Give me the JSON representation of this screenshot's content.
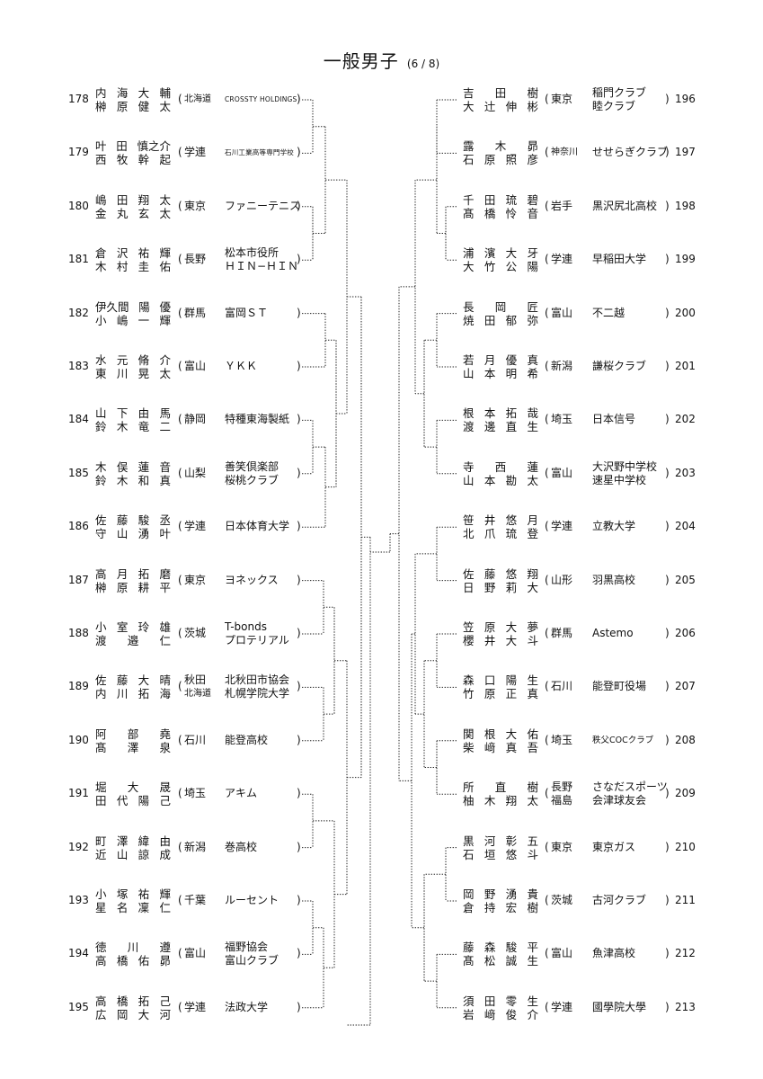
{
  "header": {
    "title": "一般男子",
    "page": "(6 / 8)"
  },
  "left_entries": [
    {
      "num": "178",
      "names": [
        "内 海 大 輔",
        "榊 原 健 太"
      ],
      "prefs": [
        "北海道"
      ],
      "clubs": [
        "CROSSTY HOLDINGS"
      ]
    },
    {
      "num": "179",
      "names": [
        "叶 田 慎之介",
        "西 牧 幹 起"
      ],
      "prefs": [
        "学連"
      ],
      "clubs": [
        "石川工業高等専門学校"
      ]
    },
    {
      "num": "180",
      "names": [
        "嶋 田 翔 太",
        "金 丸 玄 太"
      ],
      "prefs": [
        "東京"
      ],
      "clubs": [
        "ファニーテニス"
      ]
    },
    {
      "num": "181",
      "names": [
        "倉 沢 祐 輝",
        "木 村 圭 佑"
      ],
      "prefs": [
        "長野"
      ],
      "clubs": [
        "松本市役所",
        "ＨＩＮ−ＨＩＮ"
      ]
    },
    {
      "num": "182",
      "names": [
        "伊久間 陽 優",
        "小 嶋 一 輝"
      ],
      "prefs": [
        "群馬"
      ],
      "clubs": [
        "富岡ＳＴ"
      ]
    },
    {
      "num": "183",
      "names": [
        "水 元 脩 介",
        "東 川 晃 太"
      ],
      "prefs": [
        "富山"
      ],
      "clubs": [
        "ＹＫＫ"
      ]
    },
    {
      "num": "184",
      "names": [
        "山 下 由 馬",
        "鈴 木 竜 二"
      ],
      "prefs": [
        "静岡"
      ],
      "clubs": [
        "特種東海製紙"
      ]
    },
    {
      "num": "185",
      "names": [
        "木 俣 蓮 音",
        "鈴 木 和 真"
      ],
      "prefs": [
        "山梨"
      ],
      "clubs": [
        "善笑倶楽部",
        "桜桃クラブ"
      ]
    },
    {
      "num": "186",
      "names": [
        "佐 藤 駿 丞",
        "守 山 湧 叶"
      ],
      "prefs": [
        "学連"
      ],
      "clubs": [
        "日本体育大学"
      ]
    },
    {
      "num": "187",
      "names": [
        "高 月 拓 磨",
        "榊 原 耕 平"
      ],
      "prefs": [
        "東京"
      ],
      "clubs": [
        "ヨネックス"
      ]
    },
    {
      "num": "188",
      "names": [
        "小 室 玲 雄",
        "渡 邉 仁"
      ],
      "prefs": [
        "茨城"
      ],
      "clubs": [
        "T-bonds",
        "プロテリアル"
      ]
    },
    {
      "num": "189",
      "names": [
        "佐 藤 大 晴",
        "内 川 拓 海"
      ],
      "prefs": [
        "秋田",
        "北海道"
      ],
      "clubs": [
        "北秋田市協会",
        "札幌学院大学"
      ]
    },
    {
      "num": "190",
      "names": [
        "阿 部 堯",
        "髙 澤 泉"
      ],
      "prefs": [
        "石川"
      ],
      "clubs": [
        "能登高校"
      ]
    },
    {
      "num": "191",
      "names": [
        "堀 大 晟",
        "田 代 陽 己"
      ],
      "prefs": [
        "埼玉"
      ],
      "clubs": [
        "アキム"
      ]
    },
    {
      "num": "192",
      "names": [
        "町 澤 緯 由",
        "近 山 諒 成"
      ],
      "prefs": [
        "新潟"
      ],
      "clubs": [
        "巻高校"
      ]
    },
    {
      "num": "193",
      "names": [
        "小 塚 祐 輝",
        "星 名 凜 仁"
      ],
      "prefs": [
        "千葉"
      ],
      "clubs": [
        "ルーセント"
      ]
    },
    {
      "num": "194",
      "names": [
        "徳 川 遵",
        "高 橋 佑 昴"
      ],
      "prefs": [
        "富山"
      ],
      "clubs": [
        "福野協会",
        "富山クラブ"
      ]
    },
    {
      "num": "195",
      "names": [
        "高 橋 拓 己",
        "広 岡 大 河"
      ],
      "prefs": [
        "学連"
      ],
      "clubs": [
        "法政大学"
      ]
    }
  ],
  "right_entries": [
    {
      "num": "196",
      "names": [
        "吉 田 樹",
        "大 辻 伸 彬"
      ],
      "prefs": [
        "東京"
      ],
      "clubs": [
        "稲門クラブ",
        "睦クラブ"
      ]
    },
    {
      "num": "197",
      "names": [
        "露 木 昴",
        "石 原 照 彦"
      ],
      "prefs": [
        "神奈川"
      ],
      "clubs": [
        "せせらぎクラブ"
      ]
    },
    {
      "num": "198",
      "names": [
        "千 田 琉 碧",
        "髙 橋 怜 音"
      ],
      "prefs": [
        "岩手"
      ],
      "clubs": [
        "黒沢尻北高校"
      ]
    },
    {
      "num": "199",
      "names": [
        "浦 濱 大 牙",
        "大 竹 公 陽"
      ],
      "prefs": [
        "学連"
      ],
      "clubs": [
        "早稲田大学"
      ]
    },
    {
      "num": "200",
      "names": [
        "長 岡 匠",
        "焼 田 郁 弥"
      ],
      "prefs": [
        "富山"
      ],
      "clubs": [
        "不二越"
      ]
    },
    {
      "num": "201",
      "names": [
        "若 月 優 真",
        "山 本 明 希"
      ],
      "prefs": [
        "新潟"
      ],
      "clubs": [
        "謙桜クラブ"
      ]
    },
    {
      "num": "202",
      "names": [
        "根 本 拓 哉",
        "渡 邊 直 生"
      ],
      "prefs": [
        "埼玉"
      ],
      "clubs": [
        "日本信号"
      ]
    },
    {
      "num": "203",
      "names": [
        "寺 西 蓮",
        "山 本 勘 太"
      ],
      "prefs": [
        "富山"
      ],
      "clubs": [
        "大沢野中学校",
        "速星中学校"
      ]
    },
    {
      "num": "204",
      "names": [
        "笹 井 悠 月",
        "北 爪 琉 登"
      ],
      "prefs": [
        "学連"
      ],
      "clubs": [
        "立教大学"
      ]
    },
    {
      "num": "205",
      "names": [
        "佐 藤 悠 翔",
        "日 野 莉 大"
      ],
      "prefs": [
        "山形"
      ],
      "clubs": [
        "羽黒高校"
      ]
    },
    {
      "num": "206",
      "names": [
        "笠 原 大 夢",
        "櫻 井 大 斗"
      ],
      "prefs": [
        "群馬"
      ],
      "clubs": [
        "Astemo"
      ]
    },
    {
      "num": "207",
      "names": [
        "森 口 陽 生",
        "竹 原 正 真"
      ],
      "prefs": [
        "石川"
      ],
      "clubs": [
        "能登町役場"
      ]
    },
    {
      "num": "208",
      "names": [
        "関 根 大 佑",
        "柴 﨑 真 吾"
      ],
      "prefs": [
        "埼玉"
      ],
      "clubs": [
        "秩父COCクラブ"
      ]
    },
    {
      "num": "209",
      "names": [
        "所 直 樹",
        "柚 木 翔 太"
      ],
      "prefs": [
        "長野",
        "福島"
      ],
      "clubs": [
        "さなだスポーツ",
        "会津球友会"
      ]
    },
    {
      "num": "210",
      "names": [
        "黒 河 彰 五",
        "石 垣 悠 斗"
      ],
      "prefs": [
        "東京"
      ],
      "clubs": [
        "東京ガス"
      ]
    },
    {
      "num": "211",
      "names": [
        "岡 野 湧 貴",
        "倉 持 宏 樹"
      ],
      "prefs": [
        "茨城"
      ],
      "clubs": [
        "古河クラブ"
      ]
    },
    {
      "num": "212",
      "names": [
        "藤 森 駿 平",
        "髙 松 誠 生"
      ],
      "prefs": [
        "富山"
      ],
      "clubs": [
        "魚津高校"
      ]
    },
    {
      "num": "213",
      "names": [
        "須 田 零 生",
        "岩 﨑 俊 介"
      ],
      "prefs": [
        "学連"
      ],
      "clubs": [
        "國學院大學"
      ]
    }
  ]
}
